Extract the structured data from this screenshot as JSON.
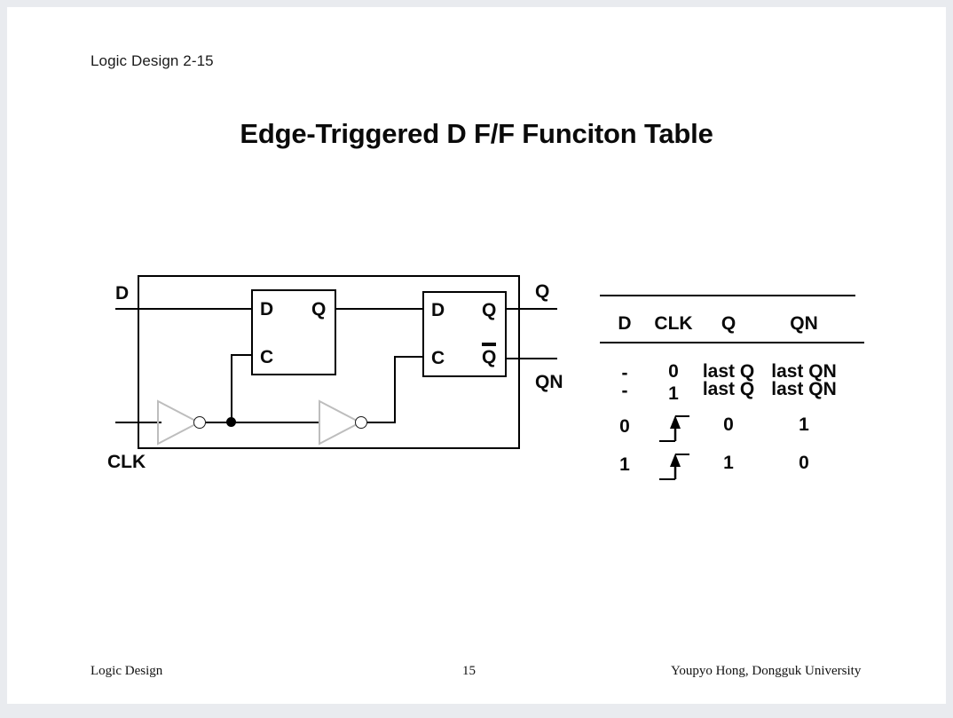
{
  "slide": {
    "header": "Logic Design 2-15",
    "title": "Edge-Triggered D F/F Funciton Table",
    "background": "#ffffff",
    "page_background": "#e9ebef"
  },
  "circuit": {
    "input_labels": {
      "data": "D",
      "clock": "CLK"
    },
    "output_labels": {
      "q": "Q",
      "qn": "QN"
    },
    "latch1": {
      "name": "master-latch",
      "pins": {
        "d": "D",
        "c": "C",
        "q": "Q"
      }
    },
    "latch2": {
      "name": "slave-latch",
      "pins": {
        "d": "D",
        "c": "C",
        "q": "Q",
        "qbar": "Q"
      }
    },
    "inverters": [
      {
        "name": "clock-inverter-1"
      },
      {
        "name": "clock-inverter-2"
      }
    ],
    "colors": {
      "wire": "#000000",
      "inverter_outline": "#bdbdbd",
      "bubble_outline": "#1a1a1a"
    }
  },
  "chart_data": {
    "type": "table",
    "title": "Edge-Triggered D F/F Funciton Table",
    "columns": [
      "D",
      "CLK",
      "Q",
      "QN"
    ],
    "rows": [
      {
        "D": "-",
        "CLK": "0",
        "Q": "last Q",
        "QN": "last QN"
      },
      {
        "D": "-",
        "CLK": "1",
        "Q": "last Q",
        "QN": "last QN"
      },
      {
        "D": "0",
        "CLK": "rising-edge",
        "Q": "0",
        "QN": "1"
      },
      {
        "D": "1",
        "CLK": "rising-edge",
        "Q": "1",
        "QN": "0"
      }
    ],
    "grid": false,
    "legend": "none"
  },
  "footer": {
    "left": "Logic Design",
    "page": "15",
    "right": "Youpyo Hong, Dongguk University"
  }
}
